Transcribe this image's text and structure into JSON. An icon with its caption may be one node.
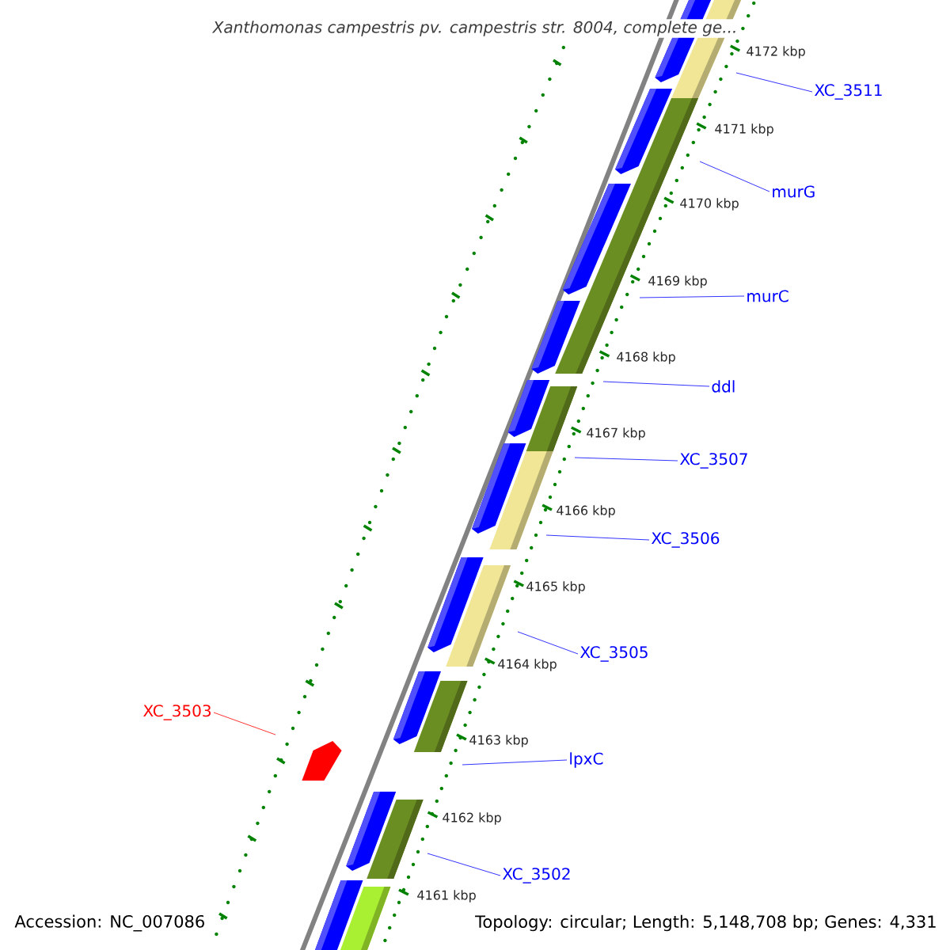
{
  "diagram": {
    "title": "Xanthomonas campestris pv. campestris str. 8004, complete ge...",
    "nodes": [
      {
        "text": [
          "XC_3511"
        ]
      },
      {
        "text": [
          "murG"
        ]
      },
      {
        "text": [
          "murC"
        ]
      },
      {
        "text": [
          "ddl"
        ]
      },
      {
        "text": [
          "XC_3507"
        ]
      },
      {
        "text": [
          "XC_3506"
        ]
      },
      {
        "text": [
          "XC_3505"
        ]
      },
      {
        "text": [
          "XC_3503"
        ]
      },
      {
        "text": [
          "lpxC"
        ]
      },
      {
        "text": [
          "XC_3502"
        ]
      }
    ],
    "edges": [
      {
        "from": 0,
        "to": null,
        "arrow": "none"
      },
      {
        "from": 1,
        "to": null,
        "arrow": "none"
      },
      {
        "from": 2,
        "to": null,
        "arrow": "none"
      },
      {
        "from": 3,
        "to": null,
        "arrow": "none"
      },
      {
        "from": 4,
        "to": null,
        "arrow": "none"
      },
      {
        "from": 5,
        "to": null,
        "arrow": "none"
      },
      {
        "from": 6,
        "to": null,
        "arrow": "none"
      },
      {
        "from": 7,
        "to": null,
        "arrow": "none",
        "color": "#ff0000"
      },
      {
        "from": 8,
        "to": null,
        "arrow": "none"
      },
      {
        "from": 9,
        "to": null,
        "arrow": "none"
      }
    ],
    "labels": [
      "4172 kbp",
      "4171 kbp",
      "4170 kbp",
      "4169 kbp",
      "4168 kbp",
      "4167 kbp",
      "4166 kbp",
      "4165 kbp",
      "4164 kbp",
      "4163 kbp",
      "4162 kbp",
      "4161 kbp",
      "Accession: NC_007086",
      "Topology: circular; Length: 5,148,708 bp; Genes: 4,331"
    ]
  }
}
